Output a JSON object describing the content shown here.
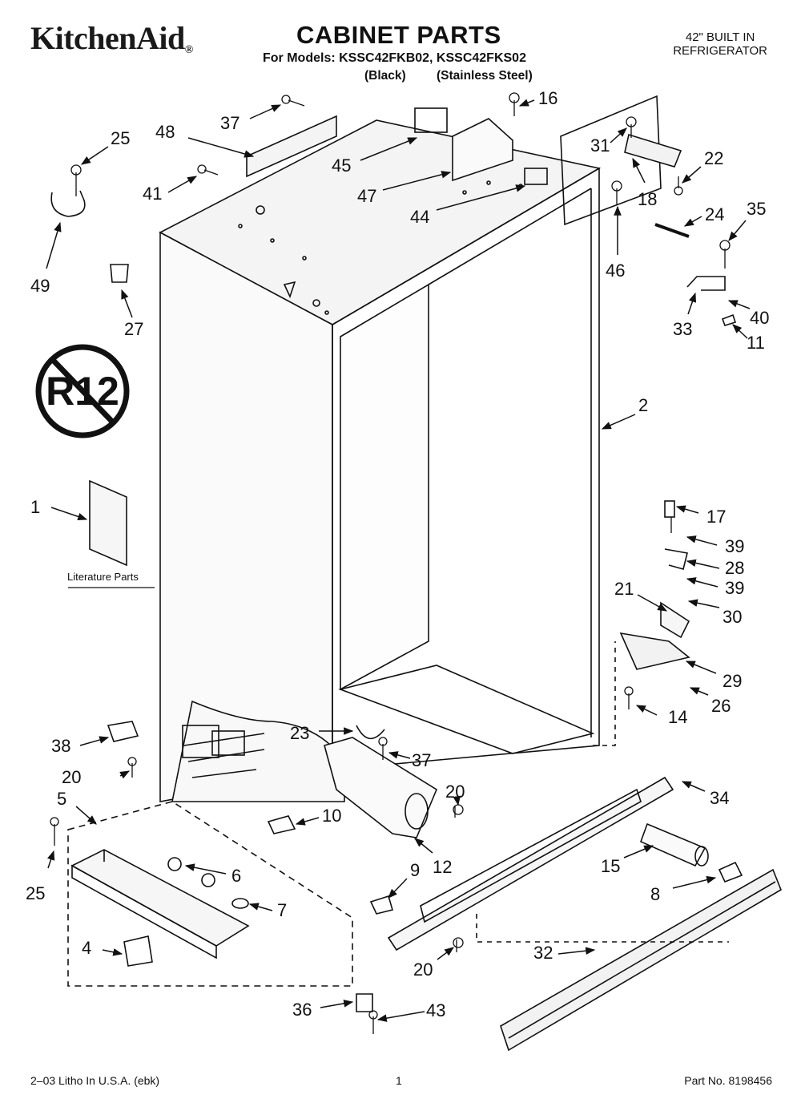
{
  "header": {
    "brand": "KitchenAid",
    "brand_mark": "®",
    "title": "CABINET PARTS",
    "models_line": "For Models: KSSC42FKB02, KSSC42FKS02",
    "variant_black": "(Black)",
    "variant_stainless": "(Stainless Steel)",
    "product_line1": "42\" BUILT IN",
    "product_line2": "REFRIGERATOR"
  },
  "badges": {
    "r12_label": "R12"
  },
  "literature": {
    "label": "Literature Parts"
  },
  "callouts": [
    {
      "id": "c1",
      "label": "1"
    },
    {
      "id": "c2",
      "label": "2"
    },
    {
      "id": "c4",
      "label": "4"
    },
    {
      "id": "c5",
      "label": "5"
    },
    {
      "id": "c6",
      "label": "6"
    },
    {
      "id": "c7",
      "label": "7"
    },
    {
      "id": "c8",
      "label": "8"
    },
    {
      "id": "c9",
      "label": "9"
    },
    {
      "id": "c10",
      "label": "10"
    },
    {
      "id": "c11",
      "label": "11"
    },
    {
      "id": "c12",
      "label": "12"
    },
    {
      "id": "c14",
      "label": "14"
    },
    {
      "id": "c15",
      "label": "15"
    },
    {
      "id": "c16",
      "label": "16"
    },
    {
      "id": "c17",
      "label": "17"
    },
    {
      "id": "c18",
      "label": "18"
    },
    {
      "id": "c20a",
      "label": "20"
    },
    {
      "id": "c20b",
      "label": "20"
    },
    {
      "id": "c20c",
      "label": "20"
    },
    {
      "id": "c21",
      "label": "21"
    },
    {
      "id": "c22",
      "label": "22"
    },
    {
      "id": "c23",
      "label": "23"
    },
    {
      "id": "c24",
      "label": "24"
    },
    {
      "id": "c25a",
      "label": "25"
    },
    {
      "id": "c25b",
      "label": "25"
    },
    {
      "id": "c26",
      "label": "26"
    },
    {
      "id": "c27",
      "label": "27"
    },
    {
      "id": "c28",
      "label": "28"
    },
    {
      "id": "c29",
      "label": "29"
    },
    {
      "id": "c30",
      "label": "30"
    },
    {
      "id": "c31",
      "label": "31"
    },
    {
      "id": "c32",
      "label": "32"
    },
    {
      "id": "c33",
      "label": "33"
    },
    {
      "id": "c34",
      "label": "34"
    },
    {
      "id": "c35",
      "label": "35"
    },
    {
      "id": "c36",
      "label": "36"
    },
    {
      "id": "c37a",
      "label": "37"
    },
    {
      "id": "c37b",
      "label": "37"
    },
    {
      "id": "c38",
      "label": "38"
    },
    {
      "id": "c39a",
      "label": "39"
    },
    {
      "id": "c39b",
      "label": "39"
    },
    {
      "id": "c40",
      "label": "40"
    },
    {
      "id": "c41",
      "label": "41"
    },
    {
      "id": "c43",
      "label": "43"
    },
    {
      "id": "c44",
      "label": "44"
    },
    {
      "id": "c45",
      "label": "45"
    },
    {
      "id": "c46",
      "label": "46"
    },
    {
      "id": "c47",
      "label": "47"
    },
    {
      "id": "c48",
      "label": "48"
    },
    {
      "id": "c49",
      "label": "49"
    }
  ],
  "footer": {
    "litho": "2–03 Litho In U.S.A. (ebk)",
    "page": "1",
    "part_no": "Part No. 8198456"
  },
  "colors": {
    "ink": "#111111",
    "paper": "#ffffff"
  }
}
